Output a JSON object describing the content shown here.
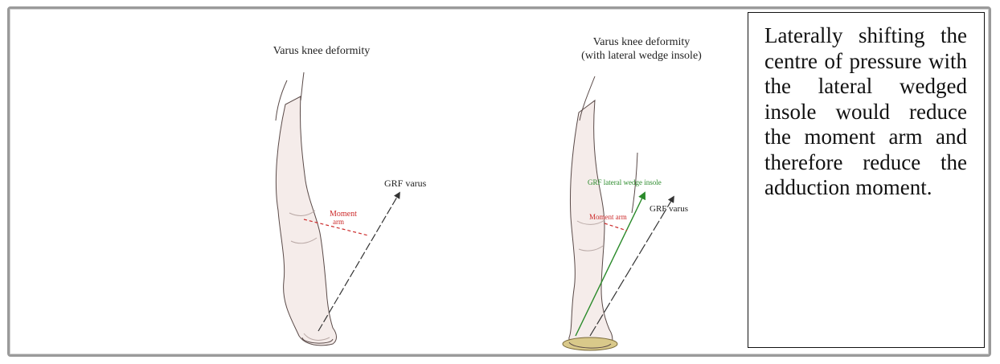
{
  "left_panel": {
    "title": "Varus knee deformity",
    "grf_label": "GRF varus",
    "moment_label_line1": "Moment",
    "moment_label_line2": "arm"
  },
  "right_panel": {
    "title_line1": "Varus knee deformity",
    "title_line2": "(with lateral wedge insole)",
    "grf_wedge_label": "GRF lateral wedge insole",
    "grf_varus_label": "GRF varus",
    "moment_label": "Moment arm"
  },
  "caption": {
    "text": "Laterally shifting the centre of pressure with the lateral wedged insole would reduce the moment arm and therefore reduce the adduction moment."
  },
  "colors": {
    "skin": "#f5ecea",
    "outline": "#5a4a48",
    "grf_arrow": "#333333",
    "moment_arm": "#cc2a2a",
    "wedge_arrow": "#2a8a2a",
    "insole": "#d9c98a"
  }
}
